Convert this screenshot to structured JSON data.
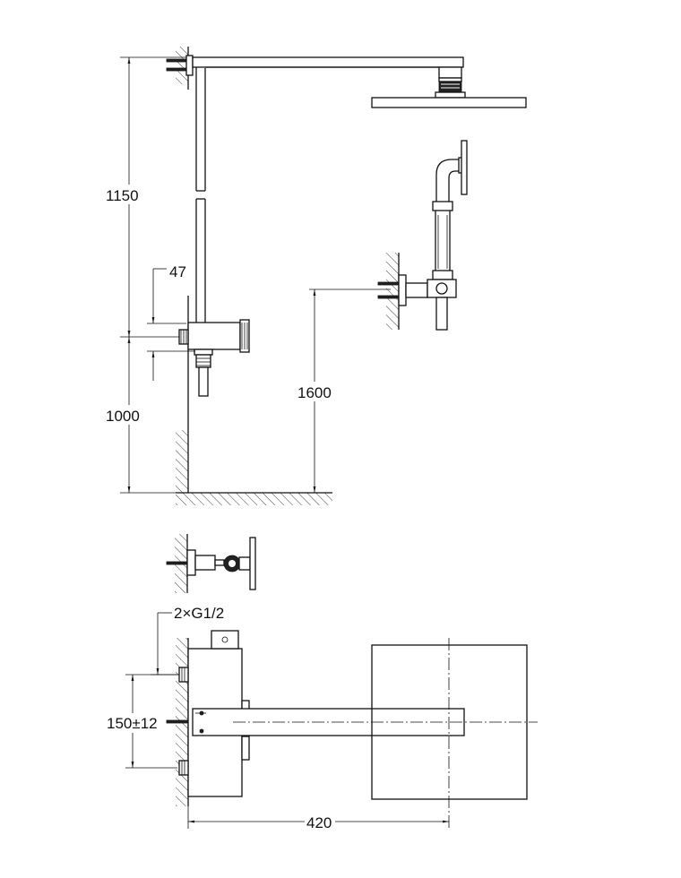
{
  "dimensions": {
    "arm_height": "1150",
    "valve_height": "1000",
    "valve_offset": "47",
    "handshower_height": "1600",
    "inlets": "2×G1/2",
    "inlet_spacing": "150±12",
    "arm_length": "420"
  }
}
